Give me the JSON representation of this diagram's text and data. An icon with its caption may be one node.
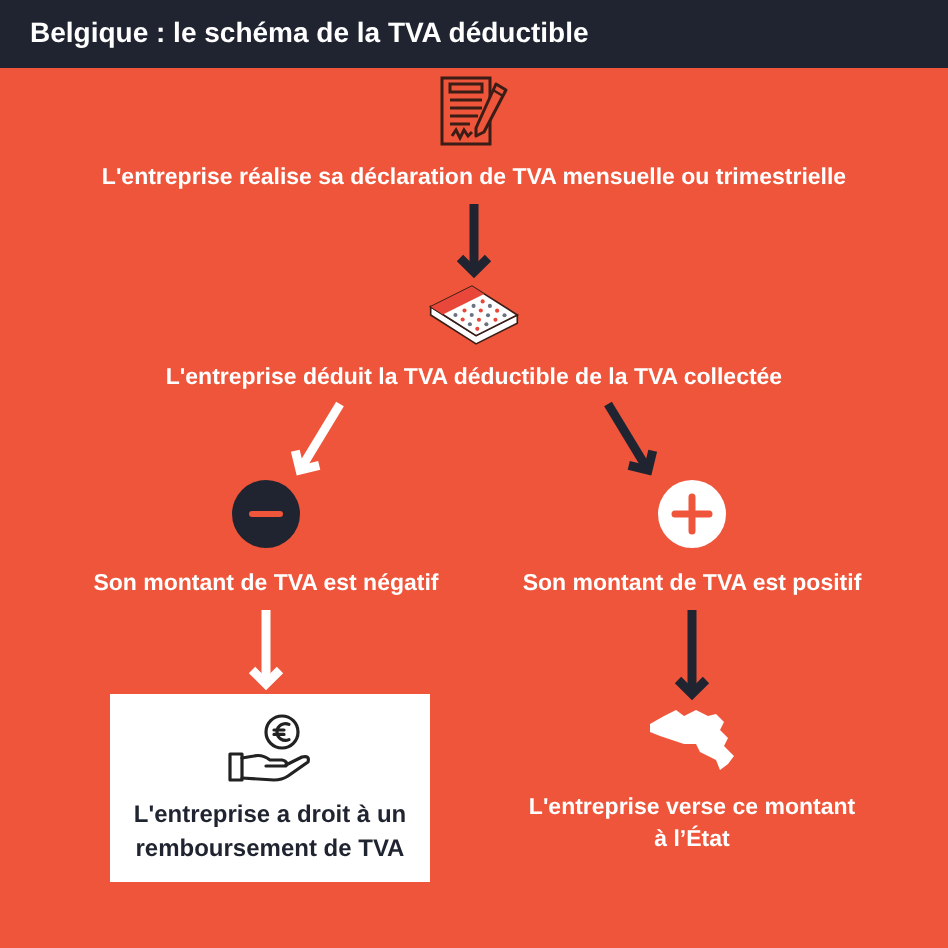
{
  "diagram": {
    "title": "Belgique : le schéma de la TVA déductible",
    "nodes": [
      {
        "text": [
          "L'entreprise réalise sa déclaration de TVA mensuelle ou trimestrielle"
        ]
      },
      {
        "text": [
          "L'entreprise déduit la TVA déductible de la TVA collectée"
        ]
      },
      {
        "text": [
          "Son montant de TVA est négatif"
        ]
      },
      {
        "text": [
          "Son montant de TVA est positif"
        ]
      },
      {
        "text": [
          "L'entreprise a droit à un remboursement de TVA"
        ]
      },
      {
        "text": [
          "L'entreprise verse ce montant à l’État"
        ]
      }
    ],
    "edges": [
      {
        "from": 0,
        "to": 1,
        "arrow": "to"
      },
      {
        "from": 1,
        "to": 2,
        "arrow": "to",
        "color": "#ffffff"
      },
      {
        "from": 1,
        "to": 3,
        "arrow": "to"
      },
      {
        "from": 2,
        "to": 4,
        "arrow": "to",
        "color": "#ffffff"
      },
      {
        "from": 3,
        "to": 5,
        "arrow": "to"
      }
    ]
  }
}
